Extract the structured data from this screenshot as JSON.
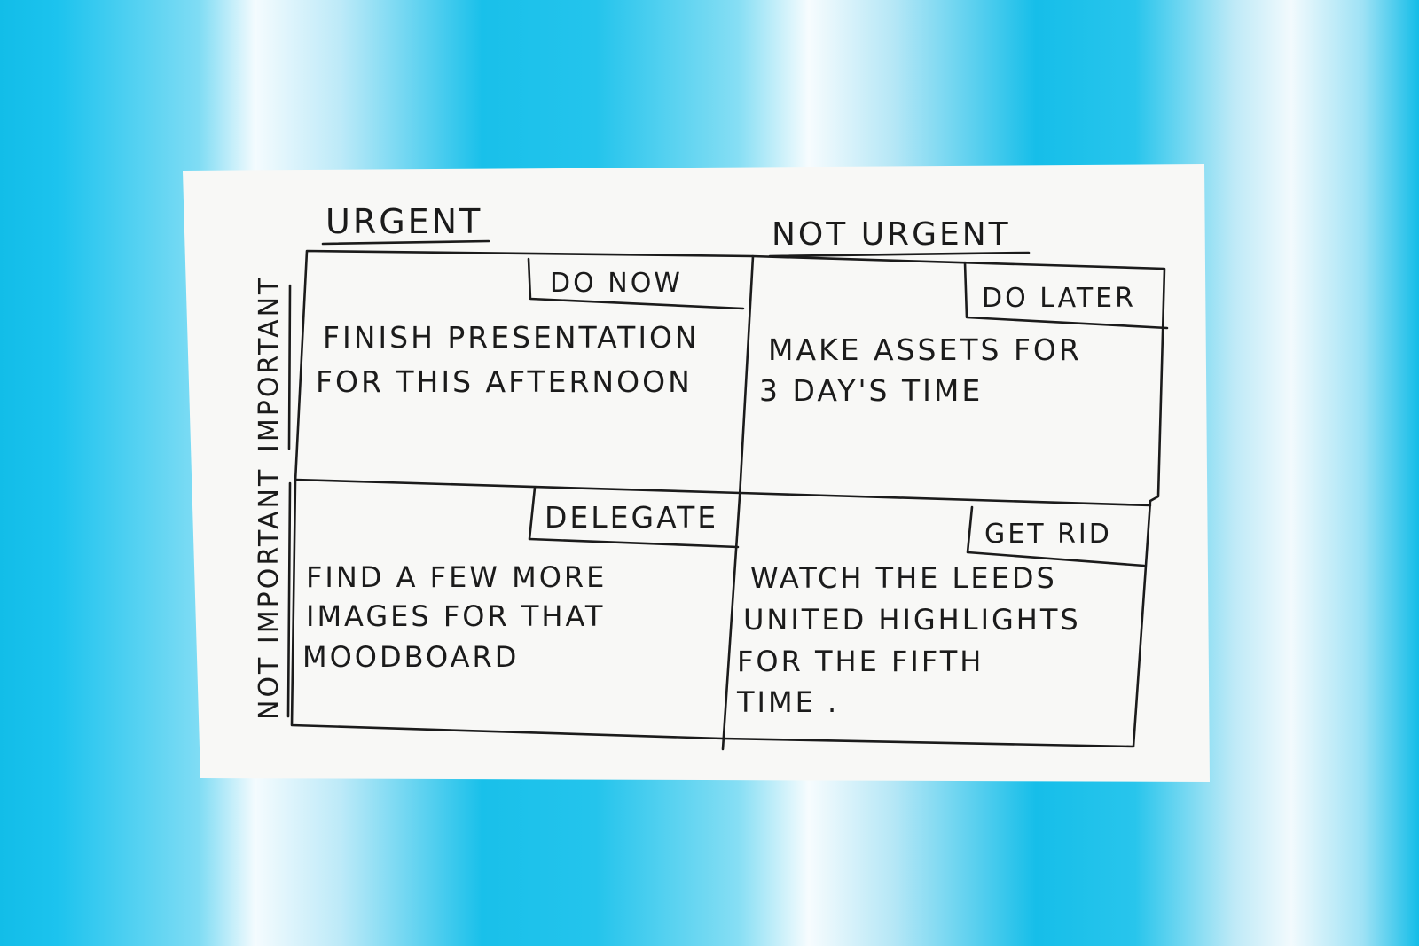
{
  "colors": {
    "paper": "#f8f8f6",
    "ink": "#1b1b1b",
    "background": "#12bde8"
  },
  "columns": {
    "left": "URGENT",
    "right": "NOT URGENT"
  },
  "rows": {
    "top": "IMPORTANT",
    "bottom": "NOT IMPORTANT"
  },
  "quadrants": {
    "q1": {
      "label": "DO NOW",
      "lines": [
        "FINISH PRESENTATION",
        "FOR THIS AFTERNOON"
      ]
    },
    "q2": {
      "label": "DO LATER",
      "lines": [
        "MAKE ASSETS FOR",
        "3 DAY'S TIME"
      ]
    },
    "q3": {
      "label": "DELEGATE",
      "lines": [
        "FIND A FEW MORE",
        "IMAGES FOR THAT",
        "MOODBOARD"
      ]
    },
    "q4": {
      "label": "GET RID",
      "lines": [
        "WATCH THE LEEDS",
        "UNITED HIGHLIGHTS",
        "FOR THE FIFTH",
        "TIME ."
      ]
    }
  }
}
